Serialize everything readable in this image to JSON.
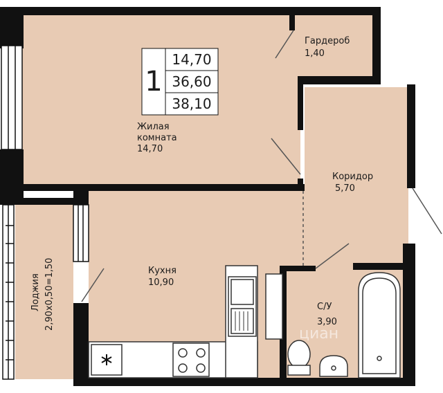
{
  "summary": {
    "rooms": "1",
    "living_area": "14,70",
    "total_area": "36,60",
    "total_area_with_loggia": "38,10"
  },
  "rooms": {
    "living": {
      "name_line1": "Жилая",
      "name_line2": "комната",
      "area": "14,70"
    },
    "wardrobe": {
      "name": "Гардероб",
      "area": "1,40"
    },
    "corridor": {
      "name": "Коридор",
      "area": "5,70"
    },
    "kitchen": {
      "name": "Кухня",
      "area": "10,90"
    },
    "bathroom": {
      "name": "С/У",
      "area": "3,90"
    },
    "loggia": {
      "name": "Лоджия",
      "area": "2,90х0,50=1,50"
    }
  },
  "watermark": "циан",
  "colors": {
    "floor": "#e8cbb4",
    "wall": "#111111",
    "fixture_stroke": "#333333",
    "fixture_fill": "#ffffff"
  }
}
